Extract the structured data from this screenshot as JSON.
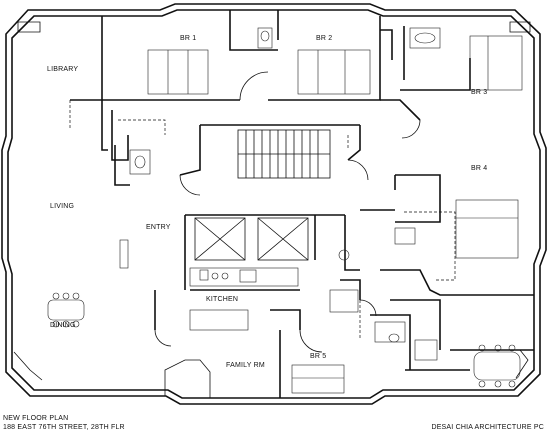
{
  "rooms": {
    "library": "LIBRARY",
    "br1": "BR 1",
    "br2": "BR 2",
    "br3": "BR 3",
    "br4": "BR 4",
    "br5": "BR 5",
    "living": "LIVING",
    "entry": "ENTRY",
    "kitchen": "KITCHEN",
    "dining": "DINING",
    "family": "FAMILY RM"
  },
  "footer": {
    "title_line1": "NEW FLOOR PLAN",
    "title_line2": "188 EAST 76TH STREET, 28TH FLR",
    "firm": "DESAI CHIA ARCHITECTURE PC"
  }
}
